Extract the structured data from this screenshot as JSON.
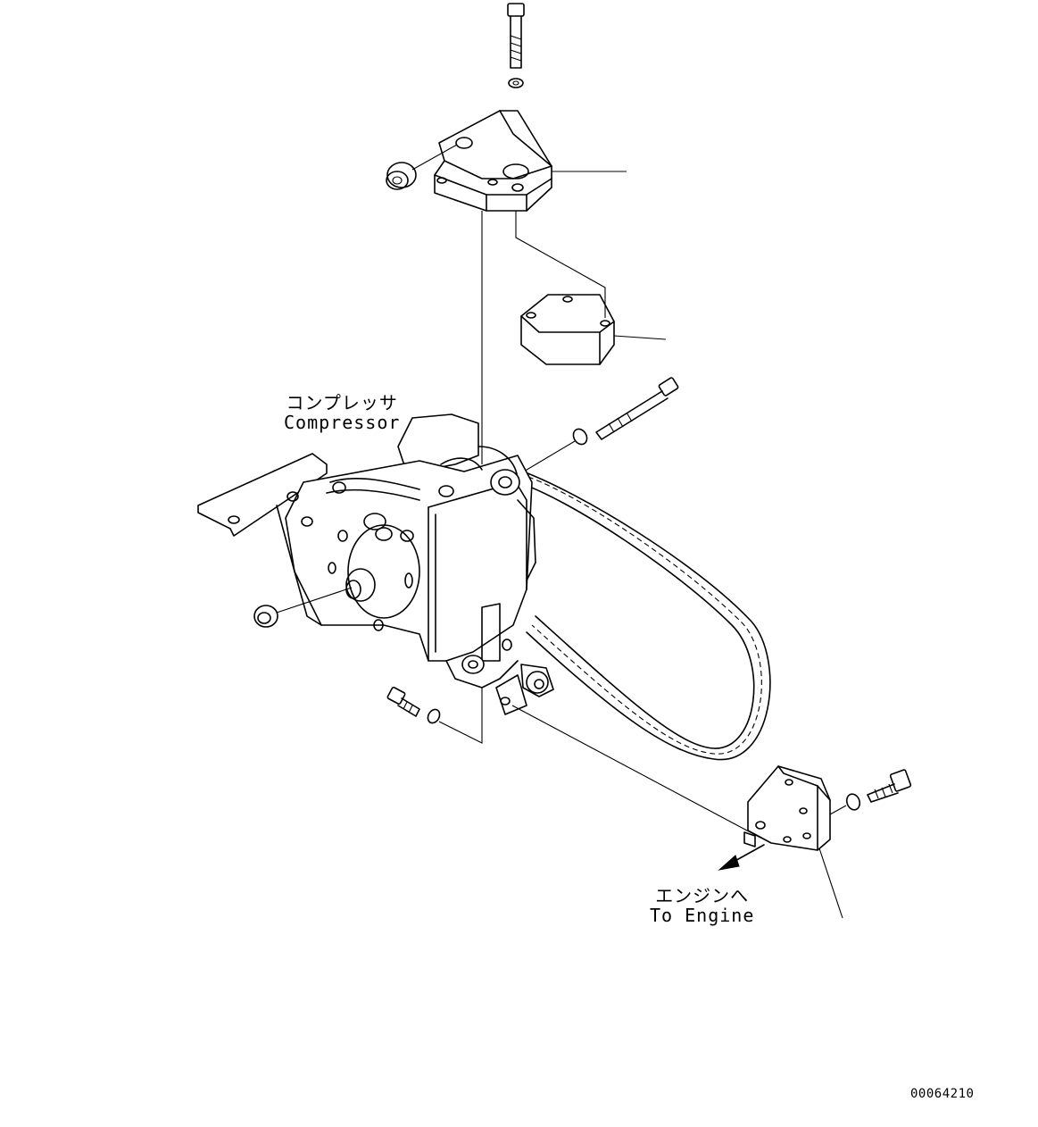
{
  "labels": {
    "compressor_jp": "コンプレッサ",
    "compressor_en": "Compressor",
    "engine_jp": "エンジンへ",
    "engine_en": "To Engine",
    "drawing_code": "00064210"
  },
  "colors": {
    "line": "#000000",
    "background": "#ffffff"
  }
}
